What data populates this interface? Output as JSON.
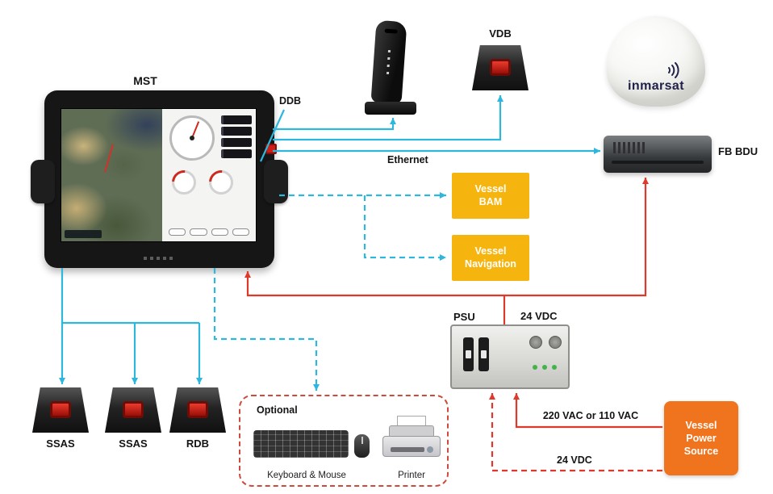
{
  "colors": {
    "line_cyan": "#2eb6dd",
    "line_red": "#df392c",
    "box_yellow": "#f6b40e",
    "box_orange": "#f0741d",
    "button_red": "#cf1d15",
    "optional_border": "#cf4a3b",
    "inmarsat_text": "#21214a"
  },
  "devices": {
    "mst": {
      "label": "MST"
    },
    "ddb": {
      "label": "DDB"
    },
    "handset": {
      "name": "handset"
    },
    "vdb": {
      "label": "VDB"
    },
    "inmarsat": {
      "label": "inmarsat"
    },
    "fb_bdu": {
      "label": "FB BDU"
    },
    "psu": {
      "label": "PSU"
    },
    "ssas_1": {
      "label": "SSAS"
    },
    "ssas_2": {
      "label": "SSAS"
    },
    "rdb": {
      "label": "RDB"
    }
  },
  "boxes": {
    "vessel_bam": {
      "label": "Vessel\nBAM"
    },
    "vessel_navigation": {
      "label": "Vessel\nNavigation"
    },
    "vessel_power_source": {
      "label": "Vessel\nPower\nSource"
    }
  },
  "connections": {
    "ethernet": {
      "label": "Ethernet"
    },
    "psu_output": {
      "label": "24 VDC"
    },
    "mains": {
      "label": "220 VAC or 110 VAC"
    },
    "backup": {
      "label": "24 VDC"
    }
  },
  "optional": {
    "title": "Optional",
    "keyboard_mouse_label": "Keyboard & Mouse",
    "printer_label": "Printer"
  },
  "icons": {
    "inmarsat_signal": "radiating-arcs",
    "red_alert_button": "square-red-button"
  }
}
